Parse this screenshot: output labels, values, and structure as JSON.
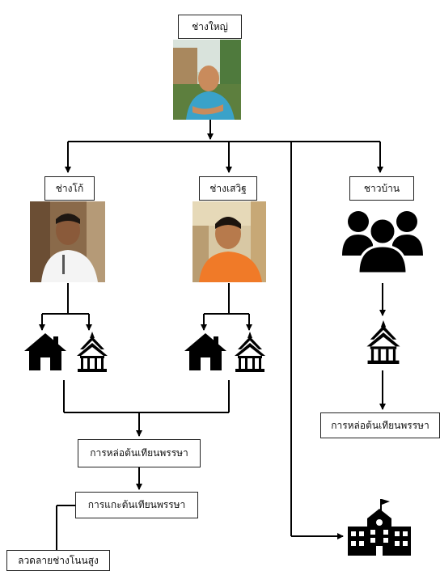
{
  "nodes": {
    "master": {
      "label": "ช่างใหญ่"
    },
    "kho": {
      "label": "ช่างโก้"
    },
    "sawit": {
      "label": "ช่างเสวิฐ"
    },
    "villagers": {
      "label": "ชาวบ้าน"
    },
    "casting_center": {
      "label": "การหล่อต้นเทียนพรรษา"
    },
    "carving": {
      "label": "การแกะต้นเทียนพรรษา"
    },
    "casting_right": {
      "label": "การหล่อต้นเทียนพรรษา"
    },
    "pattern": {
      "label": "ลวดลายช่างโนนสูง"
    }
  },
  "icons": {
    "house": "house-icon",
    "temple": "temple-icon",
    "people": "people-icon",
    "school": "school-building-icon",
    "person_photo": "person-photo"
  },
  "colors": {
    "line": "#000000",
    "box_border": "#222222",
    "photo_sky": "#c9d6c2",
    "shirt_blue": "#3aa2c9",
    "shirt_orange": "#f07a28"
  }
}
